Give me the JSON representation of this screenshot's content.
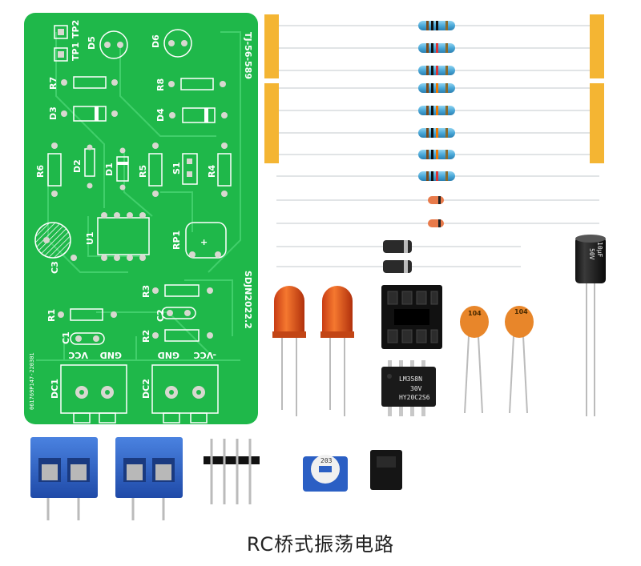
{
  "caption": "RC桥式振荡电路",
  "pcb": {
    "board_text_side": "TJ-56-589",
    "board_text_date": "SDJN2022.2",
    "board_text_id": "061769P147-220301",
    "labels": {
      "tp1": "TP1",
      "tp2": "TP2",
      "d5": "D5",
      "d6": "D6",
      "r7": "R7",
      "r8": "R8",
      "d3": "D3",
      "d4": "D4",
      "r6": "R6",
      "d2": "D2",
      "d1": "D1",
      "r5": "R5",
      "s1": "S1",
      "r4": "R4",
      "u1": "U1",
      "rp1": "RP1",
      "c3": "C3",
      "r3": "R3",
      "r1": "R1",
      "c2": "C2",
      "c1": "C1",
      "r2": "R2",
      "vcc1": "VCC",
      "gnd1": "GND",
      "gnd2": "GND",
      "vcc2": "-VCC",
      "dc1": "DC1",
      "dc2": "DC2"
    }
  },
  "components": {
    "ic_marking_1": "LM358N",
    "ic_marking_2": "30V",
    "ic_marking_3": "HY20C2S6",
    "cap1_marking": "104",
    "cap2_marking": "104",
    "electrolytic_marking": "10µF",
    "electrolytic_voltage": "50V",
    "trimmer_marking": "203"
  },
  "colors": {
    "pcb_green": "#1fb84a",
    "pcb_trace": "#3fd06a",
    "tape_yellow": "#f4b533",
    "resistor_blue": "#5ab4de",
    "led_red": "#e8531f",
    "terminal_blue": "#2b5fc4",
    "ceramic_orange": "#e8862a"
  }
}
